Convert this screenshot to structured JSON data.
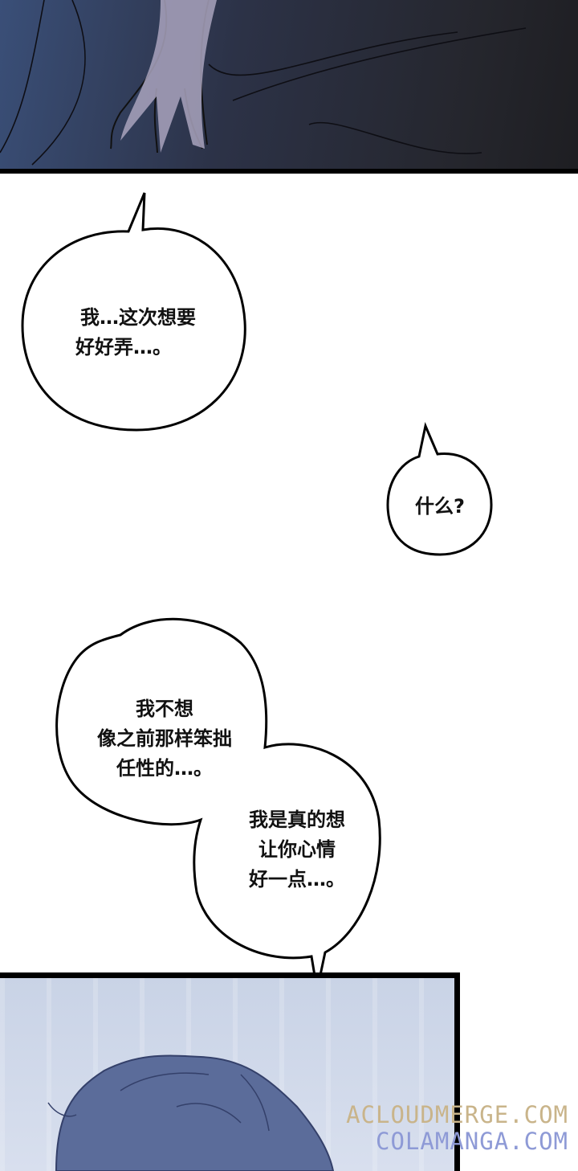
{
  "bubbles": [
    {
      "lines": [
        "我…这次想要",
        "好好弄…。"
      ]
    },
    {
      "lines": [
        "什么?"
      ]
    },
    {
      "lines": [
        "我不想",
        "像之前那样笨拙",
        "任性的…。"
      ]
    },
    {
      "lines": [
        "我是真的想",
        "让你心情",
        "好一点…。"
      ]
    }
  ],
  "watermark": {
    "line1": "ACLOUDMERGE.COM",
    "line2": "COLAMANGA.COM",
    "color1": "#c9b48a",
    "color2": "#8e9ad6"
  }
}
